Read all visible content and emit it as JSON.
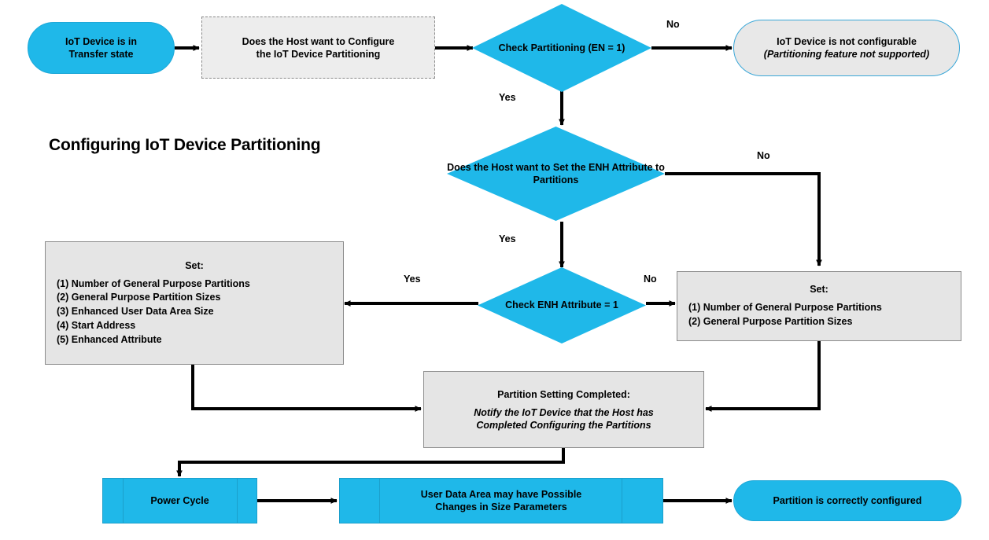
{
  "title": "Configuring IoT Device Partitioning",
  "colors": {
    "cyan": "#1fb8e9",
    "grey_fill": "#e5e5e5",
    "grey_fill_light": "#ededed",
    "border_grey": "#8c8c8c",
    "blue_outline": "#3aa7d8",
    "line": "#000000"
  },
  "nodes": {
    "start": {
      "type": "terminator",
      "lines": [
        "IoT Device is in",
        "Transfer state"
      ]
    },
    "host_configure": {
      "type": "process-dashed",
      "lines": [
        "Does the Host want to Configure",
        "the IoT Device Partitioning"
      ]
    },
    "check_partitioning": {
      "type": "decision",
      "lines": [
        "Check Partitioning",
        "(EN = 1)"
      ]
    },
    "not_configurable": {
      "type": "terminator",
      "lines": [
        "IoT Device is not configurable"
      ],
      "italic_lines": [
        "(Partitioning feature not supported)"
      ]
    },
    "host_enh": {
      "type": "decision",
      "lines": [
        "Does the Host want",
        "to Set the ENH Attribute",
        "to  Partitions"
      ]
    },
    "set_full": {
      "type": "process",
      "header": "Set:",
      "items": [
        "(1) Number of General Purpose Partitions",
        "(2) General Purpose Partition Sizes",
        "(3) Enhanced User Data Area Size",
        "(4) Start Address",
        "(5) Enhanced Attribute"
      ]
    },
    "check_enh": {
      "type": "decision",
      "lines": [
        "Check ENH",
        "Attribute = 1"
      ]
    },
    "set_basic": {
      "type": "process",
      "header": "Set:",
      "items": [
        "(1) Number of General Purpose Partitions",
        "(2) General Purpose Partition Sizes"
      ]
    },
    "partition_completed": {
      "type": "process",
      "header": "Partition Setting Completed:",
      "italic_lines": [
        "Notify the IoT Device that the Host has",
        "Completed Configuring the Partitions"
      ]
    },
    "power_cycle": {
      "type": "predefined-process",
      "lines": [
        "Power Cycle"
      ]
    },
    "user_data_area": {
      "type": "predefined-process",
      "lines": [
        "User Data Area may have Possible",
        "Changes in Size Parameters"
      ]
    },
    "end": {
      "type": "terminator",
      "lines": [
        "Partition is correctly configured"
      ]
    }
  },
  "edge_labels": {
    "check_partitioning_no": "No",
    "check_partitioning_yes": "Yes",
    "host_enh_no": "No",
    "host_enh_yes": "Yes",
    "check_enh_yes": "Yes",
    "check_enh_no": "No"
  }
}
